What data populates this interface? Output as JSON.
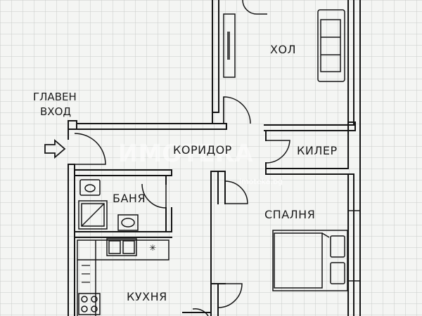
{
  "plan": {
    "rooms": {
      "living": "ХОЛ",
      "corridor": "КОРИДОР",
      "closet": "КИЛЕР",
      "bathroom": "БАНЯ",
      "bedroom": "СПАЛНЯ",
      "kitchen": "КУХНЯ"
    },
    "entrance": {
      "line1": "ГЛАВЕН",
      "line2": "ВХОД"
    },
    "watermark": {
      "logo_text": "ИМОТЕКА",
      "site": "imoteka.bg"
    }
  },
  "colors": {
    "paper": "#f4f5f3",
    "grid": "#c9ccc8",
    "wall": "#141414"
  },
  "icons": [
    "entrance-arrow-icon",
    "toilet-icon",
    "shower-icon",
    "sink-icon",
    "double-sink-icon",
    "stove-icon",
    "bed-icon",
    "sofa-icon"
  ]
}
